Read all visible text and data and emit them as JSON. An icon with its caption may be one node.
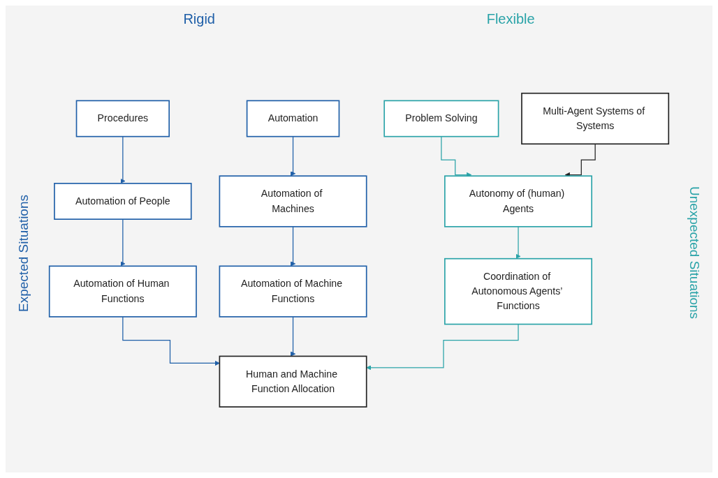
{
  "diagram": {
    "nodes": [
      {
        "text": [
          "Procedures"
        ]
      },
      {
        "text": [
          "Automation"
        ]
      },
      {
        "text": [
          "Problem Solving"
        ]
      },
      {
        "text": [
          "Multi-Agent Systems of Systems"
        ]
      },
      {
        "text": [
          "Automation of People"
        ]
      },
      {
        "text": [
          "Automation of Machines"
        ]
      },
      {
        "text": [
          "Autonomy of (human) Agents"
        ]
      },
      {
        "text": [
          "Automation of Human Functions"
        ]
      },
      {
        "text": [
          "Automation of Machine Functions"
        ]
      },
      {
        "text": [
          "Coordination of Autonomous Agents’ Functions"
        ]
      },
      {
        "text": [
          "Human and Machine Function Allocation"
        ]
      }
    ],
    "edges": [
      {
        "from": 0,
        "to": 4,
        "arrow": "to"
      },
      {
        "from": 4,
        "to": 7,
        "arrow": "to"
      },
      {
        "from": 1,
        "to": 5,
        "arrow": "to"
      },
      {
        "from": 5,
        "to": 8,
        "arrow": "to"
      },
      {
        "from": 2,
        "to": 6,
        "arrow": "to",
        "color": "#2aa3a8"
      },
      {
        "from": 3,
        "to": 6,
        "arrow": "to",
        "color": "#222222"
      },
      {
        "from": 6,
        "to": 9,
        "arrow": "to",
        "color": "#2aa3a8"
      },
      {
        "from": 7,
        "to": 10,
        "arrow": "to"
      },
      {
        "from": 8,
        "to": 10,
        "arrow": "to"
      },
      {
        "from": 9,
        "to": 10,
        "arrow": "to",
        "color": "#2aa3a8"
      }
    ],
    "labels": [
      "Rigid",
      "Flexible",
      "Expected Situations",
      "Unexpected Situations"
    ]
  }
}
